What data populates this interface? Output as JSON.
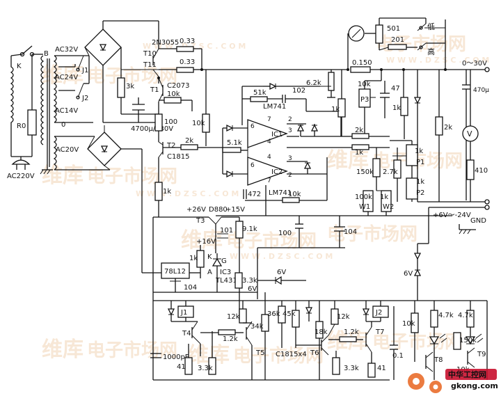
{
  "labels": {
    "K": "K",
    "RO": "R0",
    "AC220V": "AC220V",
    "B": "B",
    "AC32V": "AC32V",
    "AC24V": "AC24V",
    "AC14V": "AC14V",
    "zero": "0",
    "J1": "J1",
    "J2": "J2",
    "AC20V": "AC20V",
    "Q2N3055": "2N3055",
    "R033a": "0.33",
    "R033b": "0.33",
    "T10": "T10",
    "T11": "T11",
    "T1": "T1",
    "C2073": "C2073",
    "R3k": "3k",
    "R10k_a": "10k",
    "C4700": "4700μ/630V",
    "R100": "100",
    "R10k_b": "10k",
    "T2": "T2",
    "C1815": "C1815",
    "R2k_a": "2k",
    "R1k_a": "1k",
    "R51k": "51k",
    "C102": "102",
    "R62k": "6.2k",
    "LM741a": "LM741",
    "IC1": "IC1",
    "R51k2": "5.1k",
    "IC2": "IC2",
    "C472": "472",
    "LM741b": "LM741",
    "R10k_c": "10k",
    "M501": "501",
    "M201": "201",
    "low": "低",
    "high": "高",
    "R0150": "0.150",
    "out_range": "0～30V",
    "R10k_d": "10k",
    "C47": "47",
    "P3": "P3",
    "R1k_b": "1k",
    "R1k_c": "1k",
    "C470": "470μ",
    "R2k_b": "2k",
    "R1k_d": "1k",
    "R2k_c": "2k",
    "V": "V",
    "P1": "P1",
    "R150k": "150k",
    "R27k": "2.7k",
    "R1k_e": "1k",
    "R410": "410",
    "P2": "P2",
    "R100k": "100k",
    "W1": "W1",
    "R1k_f": "1k",
    "W2": "W2",
    "p26V": "+26V",
    "D880": "D880",
    "p15V": "+15V",
    "T3": "T3",
    "R91k": "9.1k",
    "p16V": "+16V",
    "C101": "101",
    "C100": "100",
    "C104a": "104",
    "range2": "+6V～-24V",
    "GND": "GND",
    "R1k_g": "1k",
    "Kpin": "K",
    "Gpin": "G",
    "Apin": "A",
    "IC3": "IC3",
    "TL431": "TL431",
    "U78L12": "78L12",
    "C104b": "104",
    "R33k_a": "3.3k",
    "v6V_a": "6V",
    "v6V_b": "6V",
    "v6V_c": "6V",
    "J1b": "J1",
    "J2b": "J2",
    "T4": "T4",
    "R12k_a": "12k",
    "R36k": "36k",
    "R45k": "45k",
    "R12k_b": "12k",
    "R18k": "18k",
    "R34k": "34k",
    "R12k_c": "1.2k",
    "R12k_d": "1.2k",
    "T5": "T5",
    "T6": "T6",
    "T7": "T7",
    "C1815x4": "C1815x4",
    "C1000": "1000pF",
    "R41a": "41",
    "R33k_b": "3.3k",
    "R33k_c": "3.3k",
    "R41b": "41",
    "R01": "0.1",
    "R10k_e": "10k",
    "R47k_a": "4.7k",
    "R47k_b": "4.7k",
    "R150k_b": "150k",
    "T8": "T8",
    "T9": "T9",
    "R10k_f": "10k"
  },
  "watermarks": {
    "brand1": "维库",
    "brand2": "电子市场网",
    "url": "W W W . D Z S C . C O M",
    "site": "中华工控网",
    "site_url": "gkong.com"
  },
  "colors": {
    "watermark": "#f2d4b6",
    "site_logo": "#e8641e",
    "site_badge": "#c8102e"
  }
}
